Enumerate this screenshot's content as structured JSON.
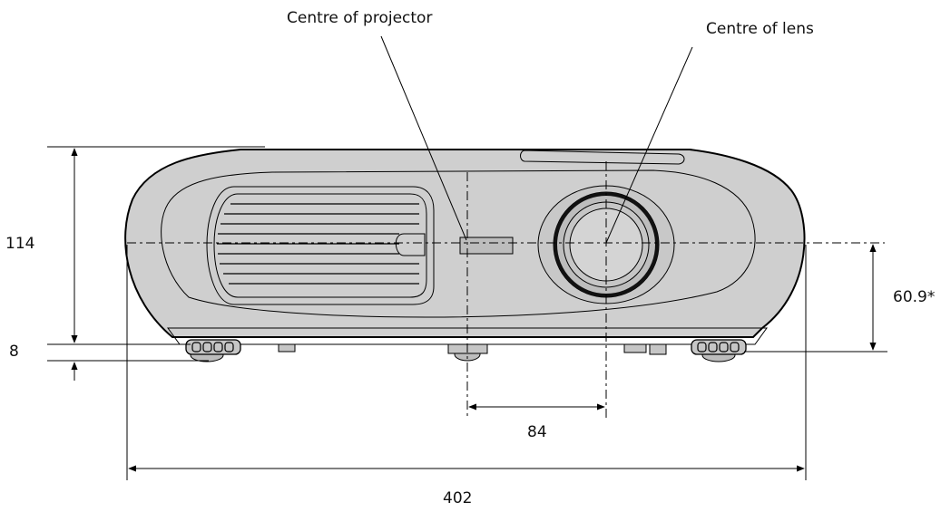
{
  "labels": {
    "centre_projector": "Centre of projector",
    "centre_lens": "Centre of lens"
  },
  "dimensions": {
    "height_total": "114",
    "foot_height": "8",
    "lens_height": "60.9*",
    "lens_offset": "84",
    "width_total": "402"
  },
  "colors": {
    "body_fill": "#cfcfcf",
    "line": "#000000"
  }
}
